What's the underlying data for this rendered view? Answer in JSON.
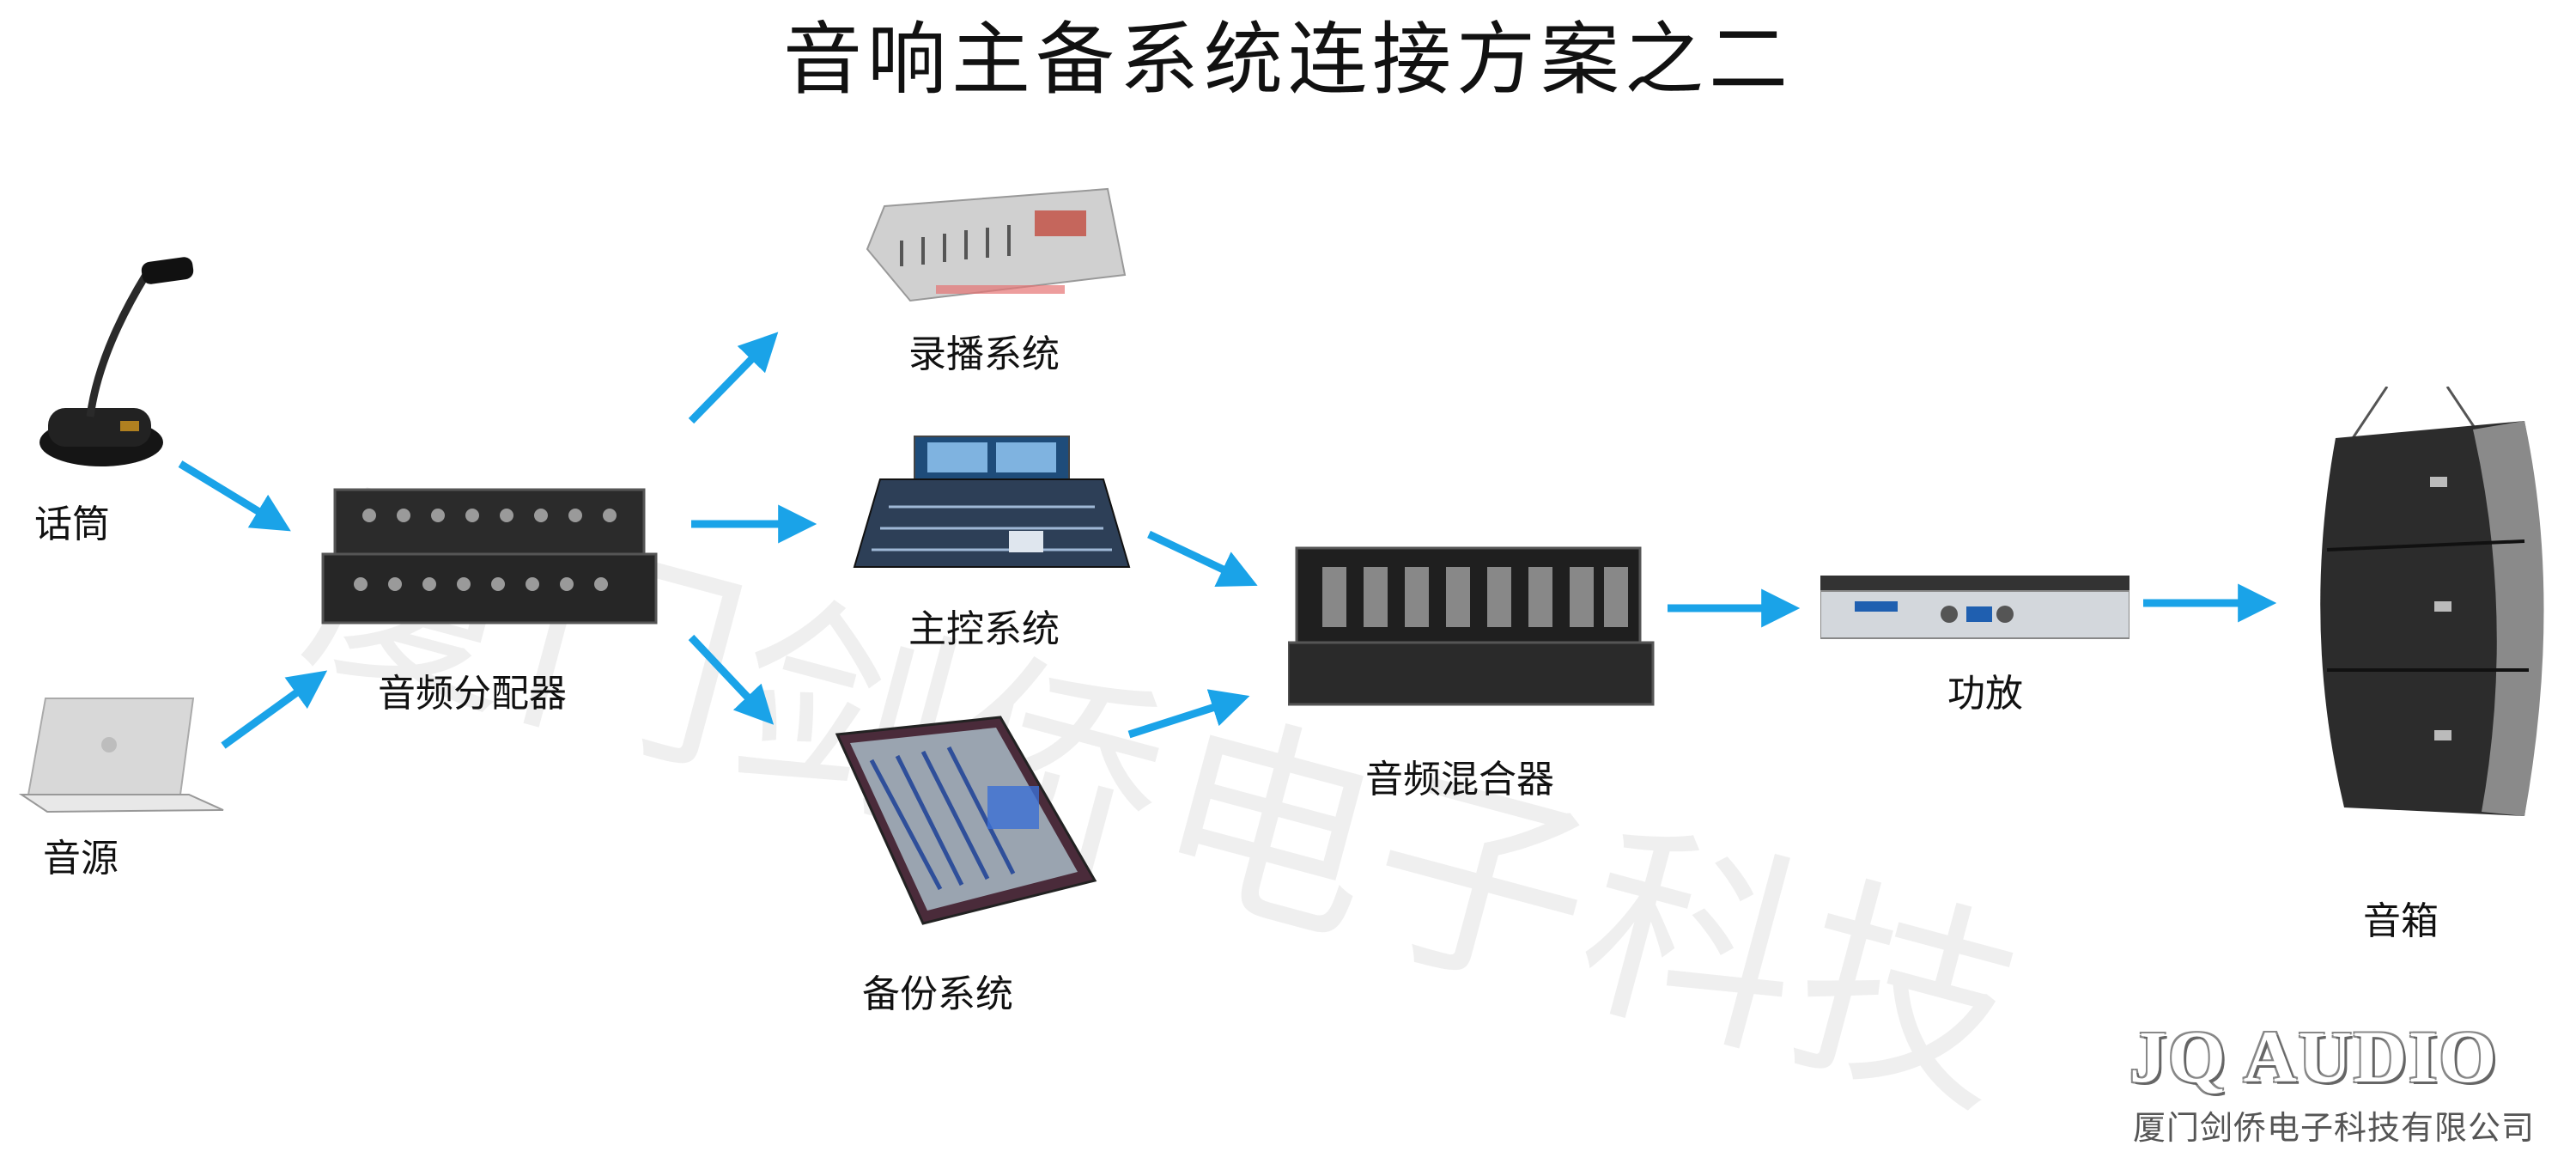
{
  "title": "音响主备系统连接方案之二",
  "watermark": "厦门剑侨电子科技",
  "nodes": {
    "microphone": "话筒",
    "audio_source": "音源",
    "splitter": "音频分配器",
    "recording": "录播系统",
    "main_control": "主控系统",
    "backup": "备份系统",
    "mixer": "音频混合器",
    "amplifier": "功放",
    "speaker": "音箱"
  },
  "brand": {
    "logo": "JQ AUDIO",
    "company": "厦门剑侨电子科技有限公司"
  },
  "colors": {
    "arrow": "#1aa3e8",
    "device_dark": "#2b2b2b",
    "device_silver": "#c9c9c9"
  }
}
